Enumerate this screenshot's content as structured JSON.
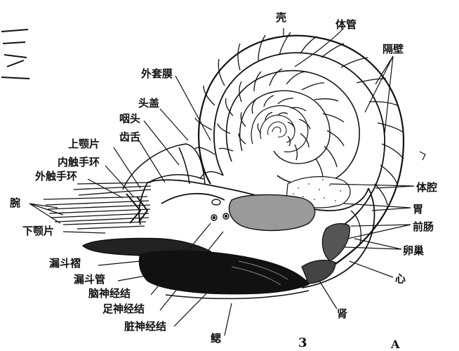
{
  "labels": {
    "shell": "壳",
    "siphuncle": "体管",
    "septa": "隔壁",
    "mantle": "外套膜",
    "hood": "头盖",
    "pharynx": "咽头",
    "radula": "齿舌",
    "upper_jaw": "上颚片",
    "inner_tentacle_ring": "内触手环",
    "outer_tentacle_ring": "外触手环",
    "arms": "腕",
    "lower_jaw": "下颚片",
    "funnel_fold": "漏斗褶",
    "funnel_tube": "漏斗管",
    "cerebral_ganglion": "脑神经结",
    "pedal_ganglion": "足神经结",
    "visceral_ganglion": "脏神经结",
    "gill": "鳃",
    "coelom": "体腔",
    "stomach": "胃",
    "foregut": "前肠",
    "ovary": "卵巢",
    "heart": "心",
    "kidney": "肾"
  },
  "figure_number": "3",
  "corner_letter": "A"
}
